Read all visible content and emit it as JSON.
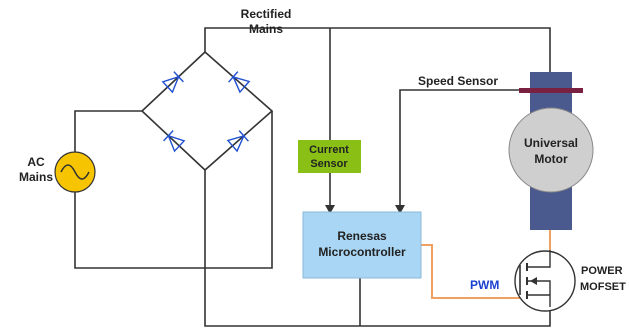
{
  "labels": {
    "rectified_line1": "Rectified",
    "rectified_line2": "Mains",
    "speed_sensor": "Speed Sensor",
    "current_line1": "Current",
    "current_line2": "Sensor",
    "ac_line1": "AC",
    "ac_line2": "Mains",
    "mcu_line1": "Renesas",
    "mcu_line2": "Microcontroller",
    "motor_line1": "Universal",
    "motor_line2": "Motor",
    "pwm": "PWM",
    "power_line1": "POWER",
    "power_line2": "MOFSET"
  },
  "colors": {
    "wire": "#333333",
    "diode": "#2050d0",
    "ac_source_fill": "#f6c400",
    "current_sensor_fill": "#8ac016",
    "mcu_fill": "#a9d6f5",
    "motor_fill": "#cfcfcf",
    "motor_bar": "#4a5a8e",
    "gate_wire": "#f0a060",
    "pwm_text": "#1a3fd0"
  },
  "icons": {
    "ac_source": "sine-wave-icon",
    "transistor": "mosfet-icon"
  }
}
